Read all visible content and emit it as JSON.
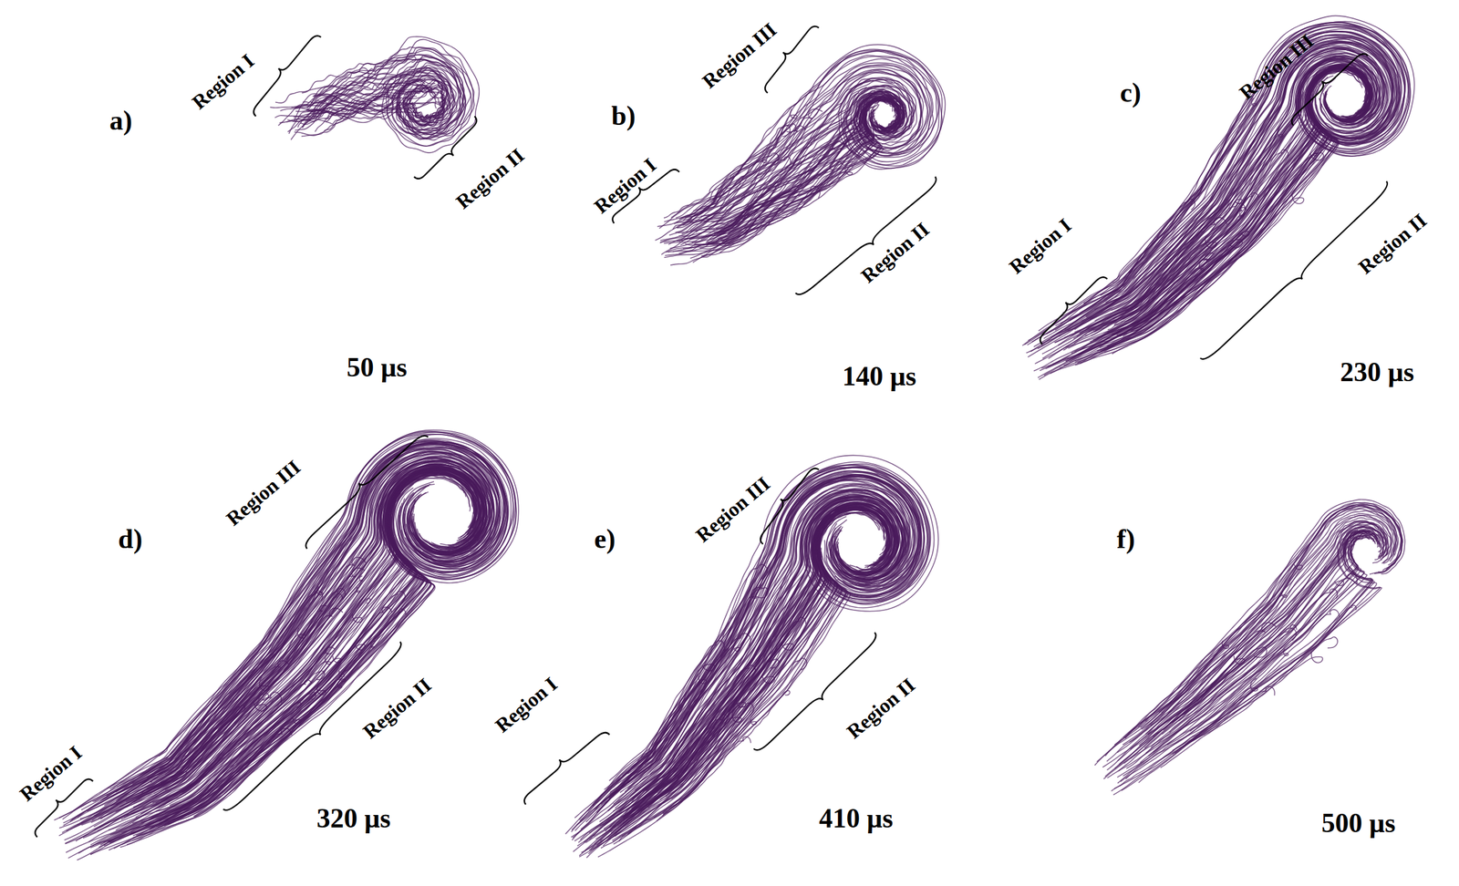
{
  "diagram": {
    "labels": [
      "a)",
      "Region I",
      "Region II",
      "50 µs",
      "b)",
      "Region III",
      "Region I",
      "Region II",
      "140 µs",
      "c)",
      "Region III",
      "Region I",
      "Region II",
      "230 µs",
      "d)",
      "Region III",
      "Region I",
      "Region II",
      "320 µs",
      "e)",
      "Region III",
      "Region I",
      "Region II",
      "410 µs",
      "f)",
      "500 µs"
    ]
  }
}
